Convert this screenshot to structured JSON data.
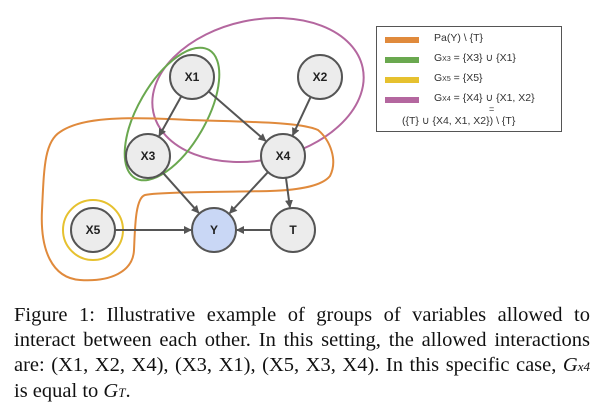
{
  "figure": {
    "nodes": [
      {
        "id": "X1",
        "label": "X1",
        "fill": "#ececec"
      },
      {
        "id": "X2",
        "label": "X2",
        "fill": "#ececec"
      },
      {
        "id": "X3",
        "label": "X3",
        "fill": "#ececec"
      },
      {
        "id": "X4",
        "label": "X4",
        "fill": "#ececec"
      },
      {
        "id": "X5",
        "label": "X5",
        "fill": "#ececec"
      },
      {
        "id": "Y",
        "label": "Y",
        "fill": "#c9d7f5"
      },
      {
        "id": "T",
        "label": "T",
        "fill": "#ececec"
      }
    ],
    "edges": [
      [
        "X1",
        "X3"
      ],
      [
        "X1",
        "X4"
      ],
      [
        "X2",
        "X4"
      ],
      [
        "X3",
        "Y"
      ],
      [
        "X4",
        "Y"
      ],
      [
        "X4",
        "T"
      ],
      [
        "X5",
        "Y"
      ],
      [
        "T",
        "Y"
      ]
    ],
    "groups": [
      {
        "name": "pa-y-minus-t",
        "color": "#e08a3c"
      },
      {
        "name": "g-x3",
        "color": "#6aa84f"
      },
      {
        "name": "g-x5",
        "color": "#e6c12f"
      },
      {
        "name": "g-x4",
        "color": "#b4679f"
      }
    ]
  },
  "legend": {
    "rows": [
      {
        "color": "#e08a3c",
        "text": "Pa(Y)  \\ {T}"
      },
      {
        "color": "#6aa84f",
        "prefix": "G",
        "sub": "X3",
        "text": " = {X3} ∪ {X1}"
      },
      {
        "color": "#e6c12f",
        "prefix": "G",
        "sub": "X5",
        "text": " = {X5}"
      },
      {
        "color": "#b4679f",
        "prefix": "G",
        "sub": "X4",
        "text": " = {X4} ∪ {X1, X2}"
      }
    ],
    "equals": "=",
    "last_line": "({T} ∪ {X4, X1, X2}) \\ {T}"
  },
  "caption": {
    "part1": "Figure 1: Illustrative example of groups of variables allowed to interact between each other. In this setting, the allowed interactions are: (X1, X2, X4), (X3, X1), (X5, X3, X4). In this specific case, ",
    "g1": "G",
    "g1_sub": "x4",
    "part2": " is equal to ",
    "g2": "G",
    "g2_sub": "T",
    "part3": "."
  }
}
